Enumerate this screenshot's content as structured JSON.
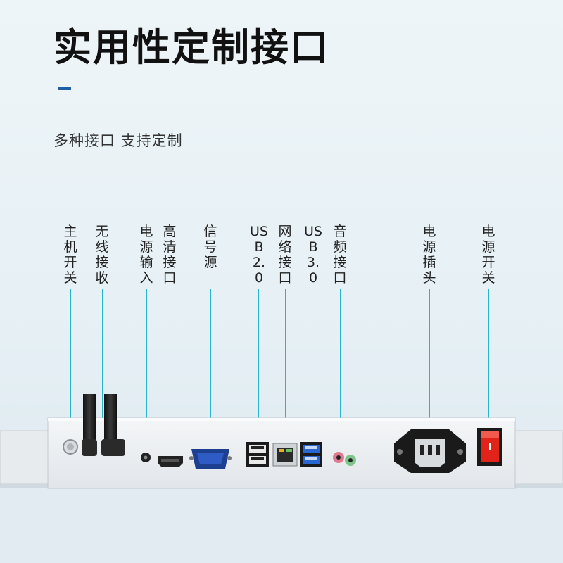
{
  "title": "实用性定制接口",
  "subtitle": "多种接口 支持定制",
  "accent_color": "#1f5fa8",
  "leader_color": "#28b6cf",
  "labels": [
    {
      "id": "power-switch-main",
      "text": "主机开关"
    },
    {
      "id": "wireless",
      "text": "无线接收"
    },
    {
      "id": "power-input",
      "text": "电源输入"
    },
    {
      "id": "hdmi",
      "text": "高清接口"
    },
    {
      "id": "vga",
      "text": "信号源"
    },
    {
      "id": "usb20",
      "text": "USB2.0"
    },
    {
      "id": "lan",
      "text": "网络接口"
    },
    {
      "id": "usb30",
      "text": "USB3.0"
    },
    {
      "id": "audio",
      "text": "音频接口"
    },
    {
      "id": "power-plug",
      "text": "电源插头"
    },
    {
      "id": "power-switch",
      "text": "电源开关"
    }
  ]
}
